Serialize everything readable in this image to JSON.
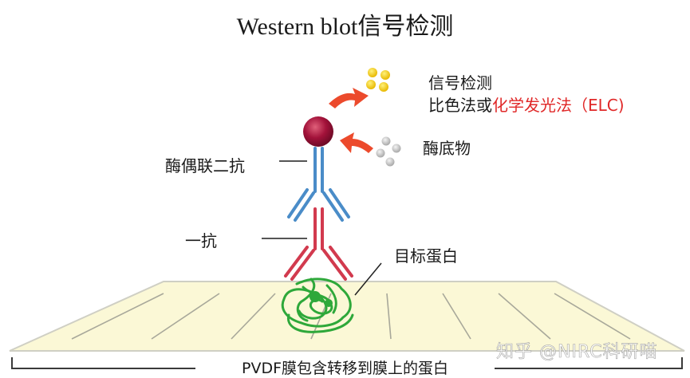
{
  "title": "Western blot信号检测",
  "labels": {
    "signal_detection": "信号检测",
    "method_prefix": "比色法或",
    "method_highlight": "化学发光法",
    "method_suffix": "（ELC)",
    "substrate": "酶底物",
    "secondary_antibody": "酶偶联二抗",
    "primary_antibody": "一抗",
    "target_protein": "目标蛋白"
  },
  "caption": "PVDF膜包含转移到膜上的蛋白",
  "watermark": "知乎 @NIRC科研喵",
  "colors": {
    "enzyme": "#a3123a",
    "secondary_antibody": "#4a8cc8",
    "primary_antibody": "#d23a4e",
    "protein": "#2ea83a",
    "membrane": "#fbf8d6",
    "arrow": "#ec4a2c",
    "signal_dots": "#f2c81c",
    "substrate_dots": "#bdbdbd",
    "highlight_text": "#e02828"
  }
}
